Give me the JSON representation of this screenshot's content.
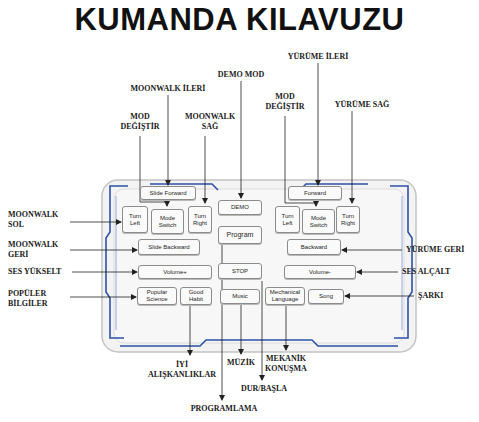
{
  "diagram": {
    "title": "KUMANDA KILAVUZU",
    "nodes": [
      {
        "text": [
          "Slide Forward"
        ]
      },
      {
        "text": [
          "Forward"
        ]
      },
      {
        "text": [
          "Turn Left"
        ]
      },
      {
        "text": [
          "Mode Switch"
        ]
      },
      {
        "text": [
          "Turn Right"
        ]
      },
      {
        "text": [
          "DEMO"
        ]
      },
      {
        "text": [
          "Turn Left"
        ]
      },
      {
        "text": [
          "Mode Switch"
        ]
      },
      {
        "text": [
          "Turn Right"
        ]
      },
      {
        "text": [
          "Program"
        ]
      },
      {
        "text": [
          "Slide Backward"
        ]
      },
      {
        "text": [
          "Backward"
        ]
      },
      {
        "text": [
          "Volume+"
        ]
      },
      {
        "text": [
          "STOP"
        ]
      },
      {
        "text": [
          "Volume-"
        ]
      },
      {
        "text": [
          "Popular Science"
        ]
      },
      {
        "text": [
          "Good Habit"
        ]
      },
      {
        "text": [
          "Music"
        ]
      },
      {
        "text": [
          "Mechanical Language"
        ]
      },
      {
        "text": [
          "Song"
        ]
      }
    ],
    "labels": [
      "YÜRÜME İLERİ",
      "DEMO MOD",
      "MOD DEĞİŞTİR",
      "MOONWALK İLERİ",
      "YÜRÜME SAĞ",
      "MOD DEĞİŞTİR",
      "MOONWALK SAĞ",
      "MOONWALK SOL",
      "MOONWALK GERİ",
      "YÜRÜME GERİ",
      "SES YÜKSELT",
      "SES ALÇALT",
      "POPÜLER BİLGİLER",
      "ŞARKI",
      "İYİ ALIŞKANLIKLAR",
      "MÜZİK",
      "MEKANİK KONUŞMA",
      "DUR/BAŞLA",
      "PROGRAMLAMA"
    ]
  }
}
